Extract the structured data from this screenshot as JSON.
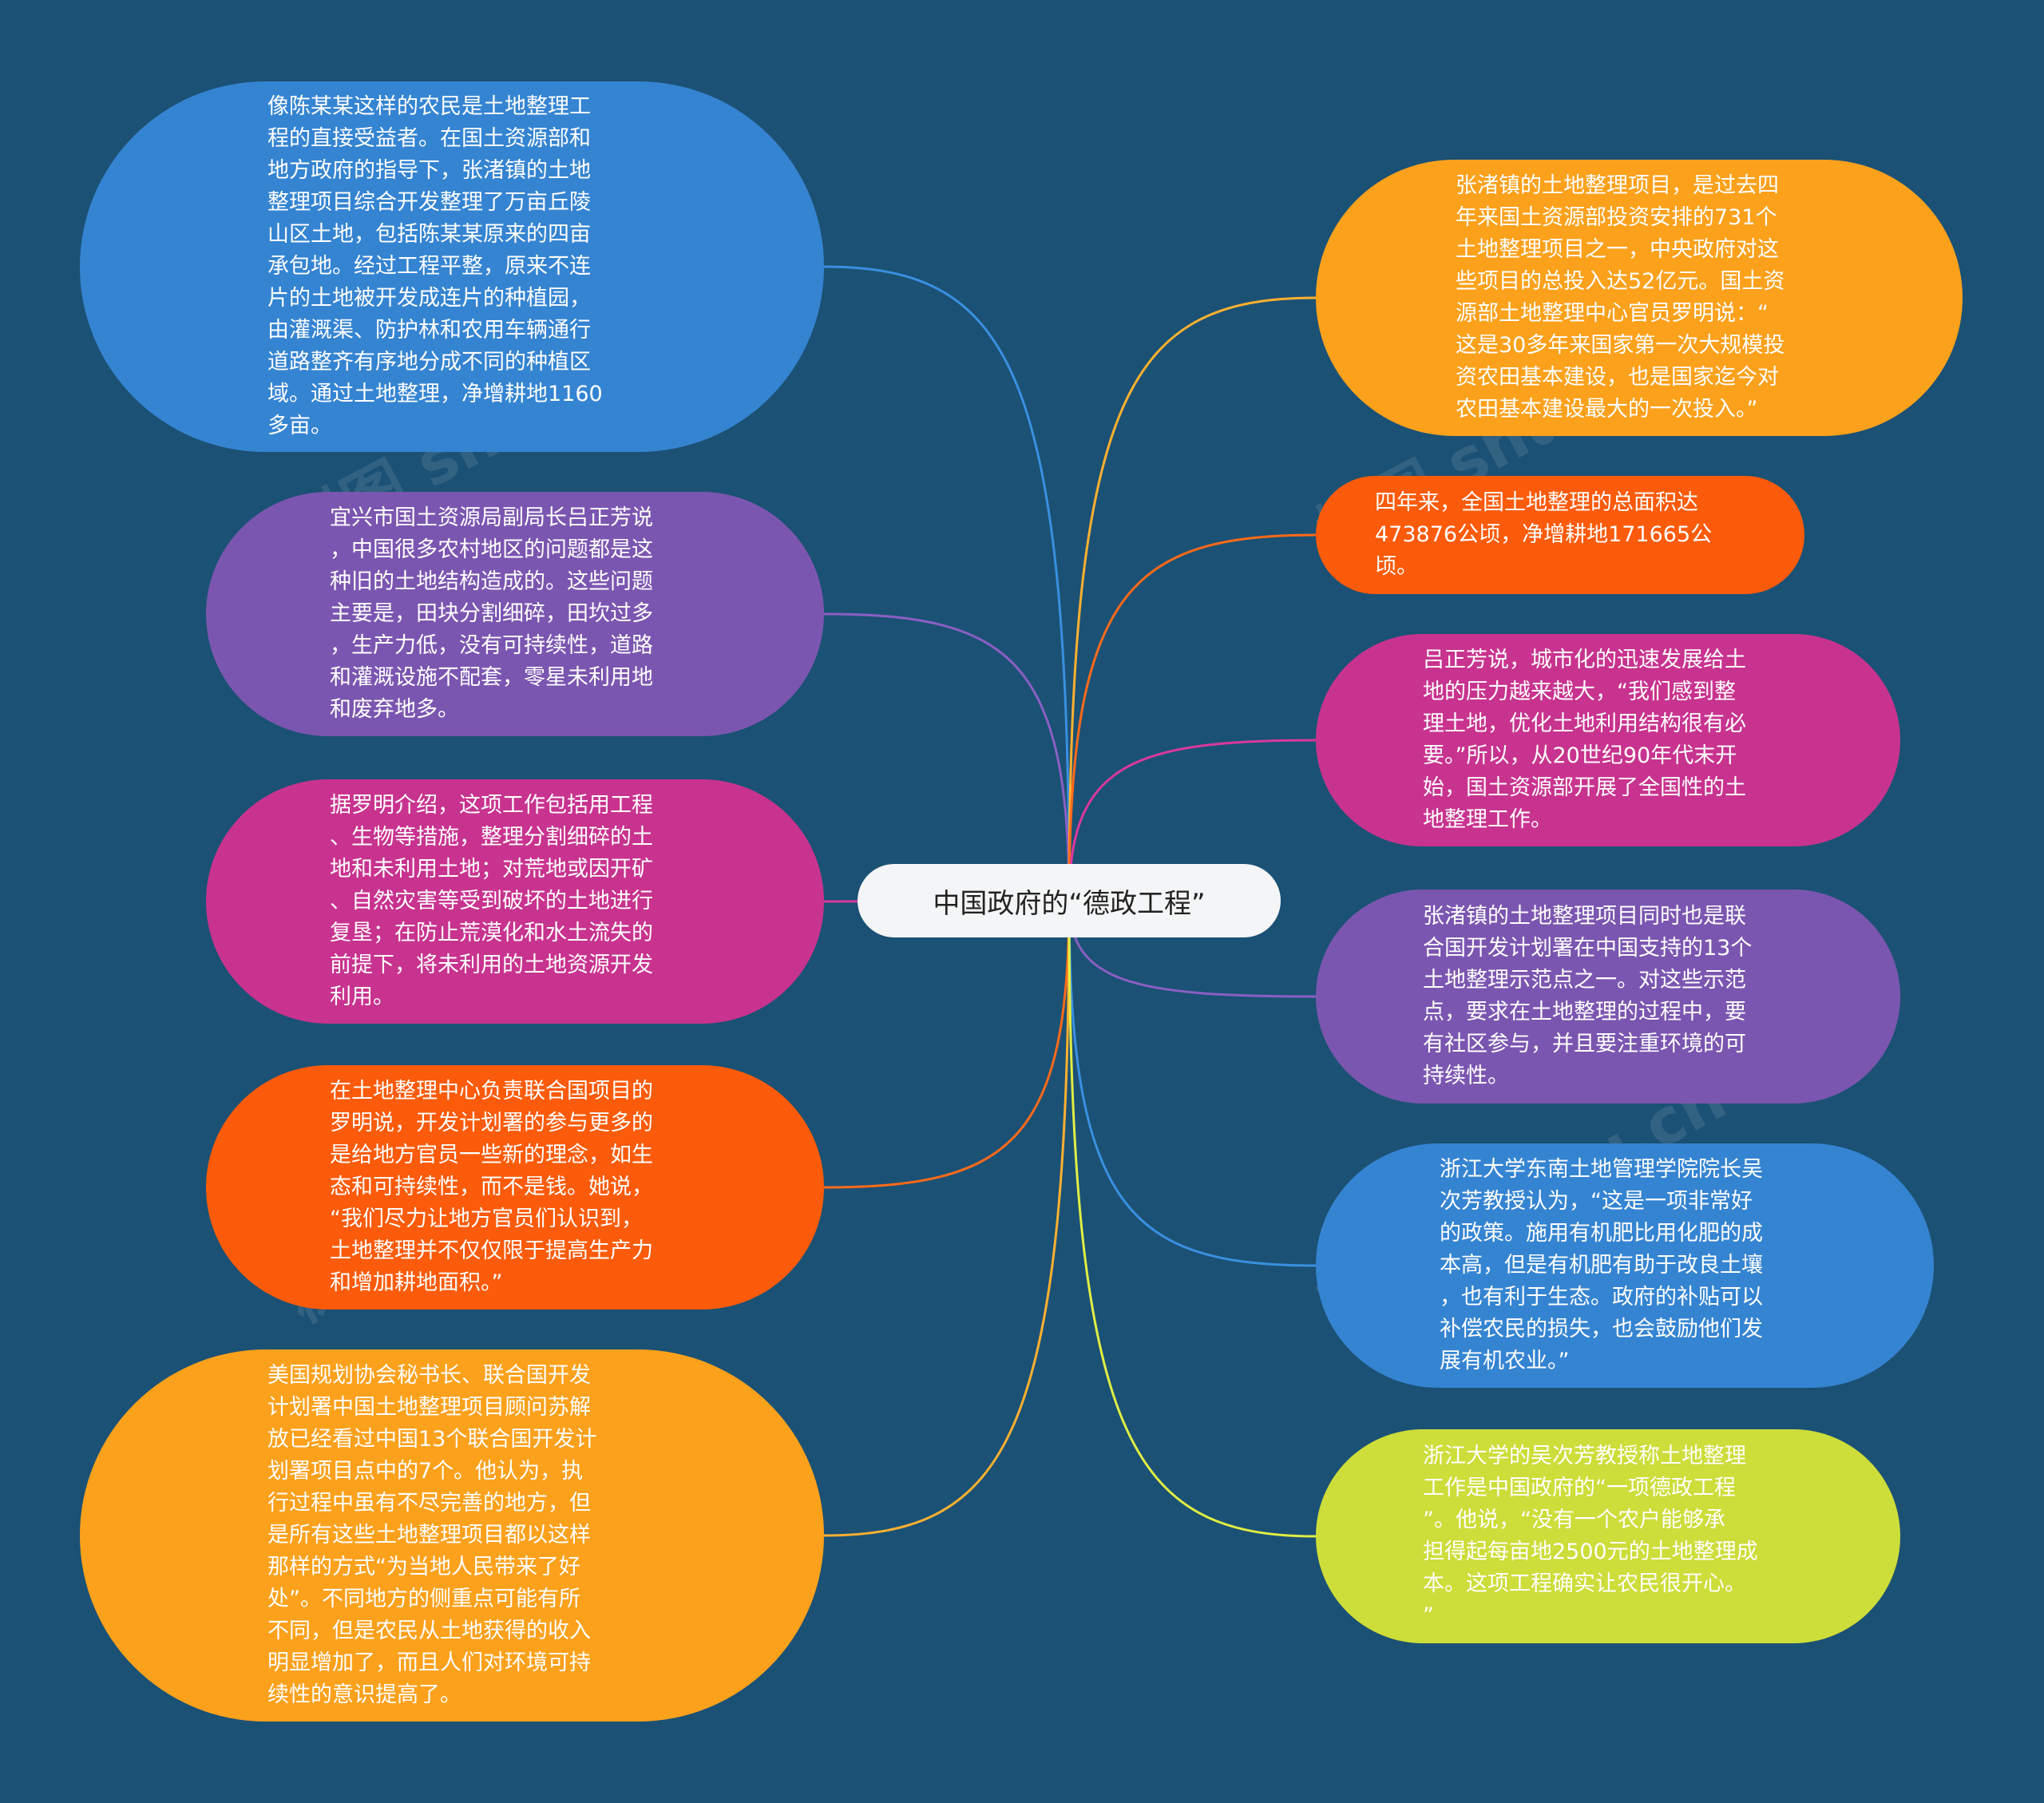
{
  "center": {
    "title": "中国政府的“德政工程”"
  },
  "watermark": "树图 shutu.cn",
  "nodes": [
    {
      "id": "L1",
      "color": "#3584d2",
      "lineColor": "#3a90e0",
      "text": "像陈某某这样的农民是土地整理工\n程的直接受益者。在国土资源部和\n地方政府的指导下，张渚镇的土地\n整理项目综合开发整理了万亩丘陵\n山区土地，包括陈某某原来的四亩\n承包地。经过工程平整，原来不连\n片的土地被开发成连片的种植园，\n由灌溉渠、防护林和农用车辆通行\n道路整齐有序地分成不同的种植区\n域。通过土地整理，净增耕地1160\n多亩。"
    },
    {
      "id": "L2",
      "color": "#7b56b0",
      "lineColor": "#8a5fc4",
      "text": "宜兴市国土资源局副局长吕正芳说\n，中国很多农村地区的问题都是这\n种旧的土地结构造成的。这些问题\n主要是，田块分割细碎，田坎过多\n，生产力低，没有可持续性，道路\n和灌溉设施不配套，零星未利用地\n和废弃地多。"
    },
    {
      "id": "L3",
      "color": "#c8338f",
      "lineColor": "#d9399c",
      "text": "据罗明介绍，这项工作包括用工程\n、生物等措施，整理分割细碎的土\n地和未利用土地；对荒地或因开矿\n、自然灾害等受到破坏的土地进行\n复垦；在防止荒漠化和水土流失的\n前提下，将未利用的土地资源开发\n利用。"
    },
    {
      "id": "L4",
      "color": "#fb5b0a",
      "lineColor": "#ff6a1a",
      "text": "在土地整理中心负责联合国项目的\n罗明说，开发计划署的参与更多的\n是给地方官员一些新的理念，如生\n态和可持续性，而不是钱。她说，\n“我们尽力让地方官员们认识到，\n土地整理并不仅仅限于提高生产力\n和增加耕地面积。”"
    },
    {
      "id": "L5",
      "color": "#fca11c",
      "lineColor": "#ffb030",
      "text": "美国规划协会秘书长、联合国开发\n计划署中国土地整理项目顾问苏解\n放已经看过中国13个联合国开发计\n划署项目点中的7个。他认为，执\n行过程中虽有不尽完善的地方，但\n是所有这些土地整理项目都以这样\n那样的方式“为当地人民带来了好\n处”。不同地方的侧重点可能有所\n不同，但是农民从土地获得的收入\n明显增加了，而且人们对环境可持\n续性的意识提高了。"
    },
    {
      "id": "R1",
      "color": "#fca11c",
      "lineColor": "#ffb030",
      "text": "张渚镇的土地整理项目，是过去四\n年来国土资源部投资安排的731个\n土地整理项目之一，中央政府对这\n些项目的总投入达52亿元。国土资\n源部土地整理中心官员罗明说：“\n这是30多年来国家第一次大规模投\n资农田基本建设，也是国家迄今对\n农田基本建设最大的一次投入。”"
    },
    {
      "id": "R2",
      "color": "#fb5b0a",
      "lineColor": "#ff6a1a",
      "text": "四年来，全国土地整理的总面积达\n473876公顷，净增耕地171665公\n顷。"
    },
    {
      "id": "R3",
      "color": "#c8338f",
      "lineColor": "#d9399c",
      "text": "吕正芳说，城市化的迅速发展给土\n地的压力越来越大，“我们感到整\n理土地，优化土地利用结构很有必\n要。”所以，从20世纪90年代末开\n始，国土资源部开展了全国性的土\n地整理工作。"
    },
    {
      "id": "R4",
      "color": "#7b56b0",
      "lineColor": "#8a5fc4",
      "text": "张渚镇的土地整理项目同时也是联\n合国开发计划署在中国支持的13个\n土地整理示范点之一。对这些示范\n点，要求在土地整理的过程中，要\n有社区参与，并且要注重环境的可\n持续性。"
    },
    {
      "id": "R5",
      "color": "#3584d2",
      "lineColor": "#3a90e0",
      "text": "浙江大学东南土地管理学院院长吴\n次芳教授认为，“这是一项非常好\n的政策。施用有机肥比用化肥的成\n本高，但是有机肥有助于改良土壤\n，也有利于生态。政府的补贴可以\n补偿农民的损失，也会鼓励他们发\n展有机农业。”"
    },
    {
      "id": "R6",
      "color": "#cddd3a",
      "lineColor": "#e0ee44",
      "text": "浙江大学的吴次芳教授称土地整理\n工作是中国政府的“一项德政工程\n”。他说，“没有一个农户能够承\n担得起每亩地2500元的土地整理成\n本。这项工程确实让农民很开心。\n”"
    }
  ]
}
